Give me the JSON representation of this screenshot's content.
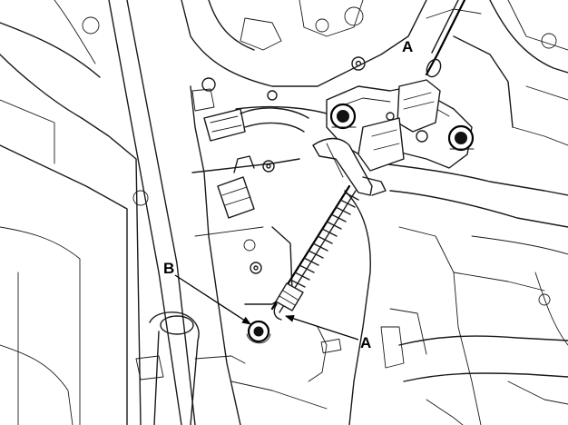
{
  "callouts": {
    "a_top": "A",
    "a_bottom": "A",
    "b": "B"
  },
  "colors": {
    "line": "#1a1a1a",
    "background": "#ffffff"
  },
  "icons": {
    "bolt": "hex-bolt-icon",
    "cable": "shift-cable-icon"
  }
}
